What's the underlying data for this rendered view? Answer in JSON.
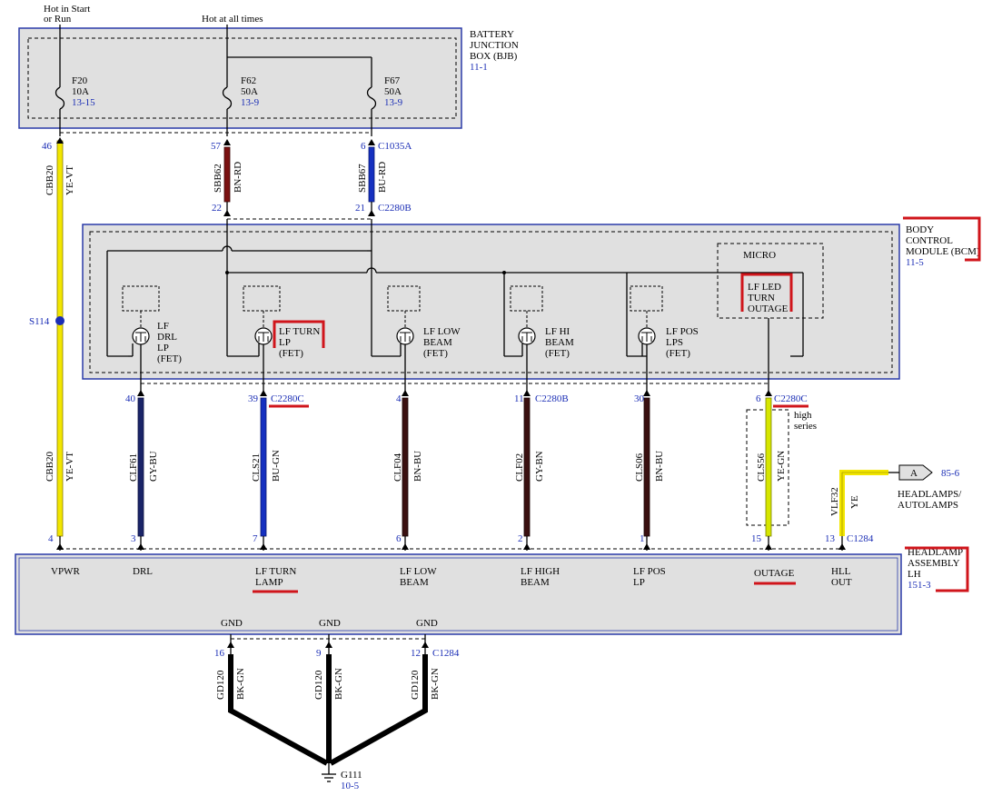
{
  "feeds": {
    "hot_run_1": "Hot in Start",
    "hot_run_2": "or Run",
    "hot_all": "Hot at all times"
  },
  "bjb": {
    "name_1": "BATTERY",
    "name_2": "JUNCTION",
    "name_3": "BOX (BJB)",
    "ref": "11-1",
    "fuses": [
      {
        "id": "F20",
        "rating": "10A",
        "ref": "13-15"
      },
      {
        "id": "F62",
        "rating": "50A",
        "ref": "13-9"
      },
      {
        "id": "F67",
        "rating": "50A",
        "ref": "13-9"
      }
    ]
  },
  "bcm": {
    "name_1": "BODY",
    "name_2": "CONTROL",
    "name_3": "MODULE (BCM)",
    "ref": "11-5",
    "micro": "MICRO",
    "led_outage_1": "LF LED",
    "led_outage_2": "TURN",
    "led_outage_3": "OUTAGE",
    "fets": [
      {
        "l1": "LF",
        "l2": "DRL",
        "l3": "LP",
        "l4": "(FET)"
      },
      {
        "l1": "LF TURN",
        "l2": "LP",
        "l3": "(FET)",
        "l4": ""
      },
      {
        "l1": "LF LOW",
        "l2": "BEAM",
        "l3": "(FET)",
        "l4": ""
      },
      {
        "l1": "LF HI",
        "l2": "BEAM",
        "l3": "(FET)",
        "l4": ""
      },
      {
        "l1": "LF POS",
        "l2": "LPS",
        "l3": "(FET)",
        "l4": ""
      }
    ]
  },
  "upper_wires": [
    {
      "top_pin": "46",
      "circuit": "CBB20",
      "color": "YE-VT"
    },
    {
      "top_pin": "57",
      "circuit": "SBB62",
      "color": "BN-RD",
      "bottom_pin": "22"
    },
    {
      "top_pin": "6",
      "connector": "C1035A",
      "circuit": "SBB67",
      "color": "BU-RD",
      "bottom_pin": "21",
      "bottom_connector": "C2280B"
    }
  ],
  "splice": "S114",
  "lower_wires": [
    {
      "circuit": "CBB20",
      "color": "YE-VT",
      "pin": "4"
    },
    {
      "top_pin": "40",
      "circuit": "CLF61",
      "color": "GY-BU",
      "pin": "3"
    },
    {
      "top_pin": "39",
      "connector": "C2280C",
      "circuit": "CLS21",
      "color": "BU-GN",
      "pin": "7"
    },
    {
      "top_pin": "4",
      "circuit": "CLF04",
      "color": "BN-BU",
      "pin": "6"
    },
    {
      "top_pin": "11",
      "connector": "C2280B",
      "circuit": "CLF02",
      "color": "GY-BN",
      "pin": "2"
    },
    {
      "top_pin": "30",
      "circuit": "CLS06",
      "color": "BN-BU",
      "pin": "1"
    },
    {
      "top_pin": "6",
      "connector": "C2280C",
      "circuit": "CLS56",
      "color": "YE-GN",
      "pin": "15",
      "note_1": "high",
      "note_2": "series"
    }
  ],
  "vlf": {
    "circuit": "VLF32",
    "color": "YE",
    "pin": "13",
    "connector": "C1284",
    "flag": "A",
    "flag_ref": "85-6",
    "dest_1": "HEADLAMPS/",
    "dest_2": "AUTOLAMPS"
  },
  "headlamp": {
    "name_1": "HEADLAMP",
    "name_2": "ASSEMBLY",
    "name_3": "LH",
    "ref": "151-3",
    "pins": [
      {
        "l1": "VPWR",
        "l2": ""
      },
      {
        "l1": "DRL",
        "l2": ""
      },
      {
        "l1": "LF TURN",
        "l2": "LAMP"
      },
      {
        "l1": "LF LOW",
        "l2": "BEAM"
      },
      {
        "l1": "LF HIGH",
        "l2": "BEAM"
      },
      {
        "l1": "LF POS",
        "l2": "LP"
      },
      {
        "l1": "OUTAGE",
        "l2": ""
      },
      {
        "l1": "HLL",
        "l2": "OUT"
      }
    ],
    "gnd_label": "GND"
  },
  "grounds": [
    {
      "pin": "16",
      "circuit": "GD120",
      "color": "BK-GN"
    },
    {
      "pin": "9",
      "circuit": "GD120",
      "color": "BK-GN"
    },
    {
      "pin": "12",
      "circuit": "GD120",
      "color": "BK-GN",
      "connector": "C1284"
    }
  ],
  "ground_point": {
    "id": "G111",
    "ref": "10-5"
  },
  "colors": {
    "yellow": "#f2e600",
    "brown_red": "#7a1010",
    "blue": "#1530c0",
    "navy": "#1a2468",
    "brown": "#3a1010",
    "yellow_green": "#d6e600",
    "black": "#000000",
    "highlight": "#d0151b",
    "box_fill": "#e0e0e0",
    "box_border": "#2a3aa8",
    "ref_text": "#1a2db5"
  }
}
